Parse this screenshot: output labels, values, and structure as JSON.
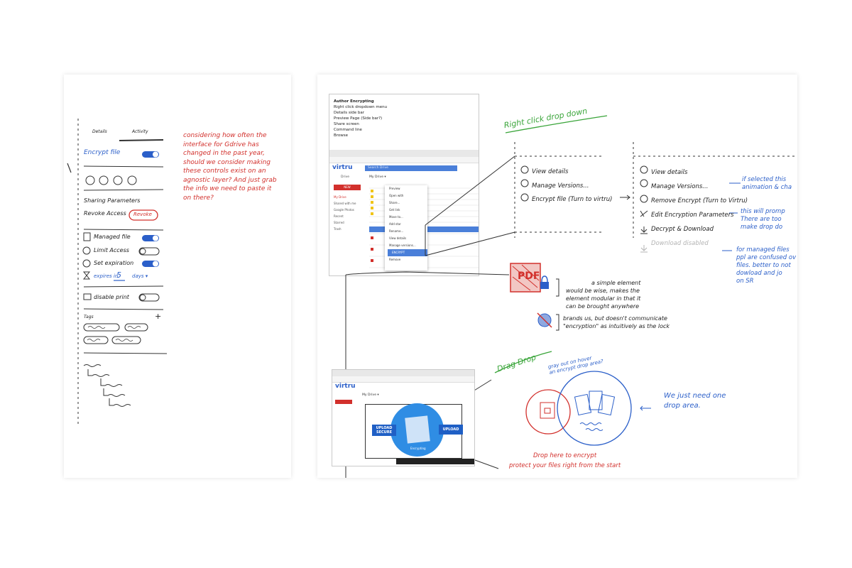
{
  "colors": {
    "red": "#d2302c",
    "blue": "#2b5fc9",
    "green": "#3aa53a",
    "ink": "#222222"
  },
  "left_sheet": {
    "tab_details": "Details",
    "tab_activity": "Activity",
    "encrypt_file": "Encrypt file",
    "sharing_parameters": "Sharing Parameters",
    "revoke_access": "Revoke Access",
    "revoke_button": "Revoke",
    "managed_file": "Managed file",
    "limit_access": "Limit Access",
    "set_expiration": "Set expiration",
    "expires_in": "expires in",
    "expires_value": "5",
    "expires_unit": "days ▾",
    "disable_print": "disable print",
    "tags": "Tags",
    "tags_add": "+",
    "note": [
      "considering how often the",
      "interface for Gdrive has",
      "changed in the past year,",
      "should we consider making",
      "these controls exist on an",
      "agnostic layer? And just grab",
      "the info we need to paste it",
      "on there?"
    ]
  },
  "right_sheet": {
    "screenshot1": {
      "list": [
        "Author Encrypting",
        "Right click dropdown menu",
        "Details side bar",
        "Preview Page (Side bar?)",
        "Share screen",
        "Command line",
        "Browse"
      ],
      "logo": "virtru",
      "drive_label": "Drive",
      "search_placeholder": "Search Drive",
      "my_drive": "My Drive ▾",
      "new_button": "NEW",
      "sidebar": [
        "My Drive",
        "Shared with me",
        "Google Photos",
        "Recent",
        "Starred",
        "Trash"
      ],
      "menu": [
        "Preview",
        "Open with",
        "Share...",
        "Get link",
        "Move to...",
        "Add star",
        "Rename...",
        "View details",
        "Manage versions...",
        "ENCRYPT",
        "Remove"
      ]
    },
    "right_click_title": "Right click drop down",
    "menu_a": [
      "View details",
      "Manage Versions...",
      "Encrypt file (Turn to virtru)"
    ],
    "menu_b": [
      "View details",
      "Manage Versions...",
      "Remove Encrypt (Turn to Virtru)",
      "Edit Encryption Parameters",
      "Decrypt & Download",
      "Download disabled"
    ],
    "notes_right": [
      [
        "if selected this",
        "animation & cha"
      ],
      [
        "this will promp",
        "There are too",
        "make drop do"
      ],
      [
        "for managed files",
        "ppl are confused ov",
        "files. better to not",
        "dowload and jo",
        "on SR"
      ]
    ],
    "pdf_label": "PDF",
    "element_note": [
      "a simple element",
      "would be wise, makes the",
      "element modular in that it",
      "can be brought anywhere"
    ],
    "brand_note": [
      "brands us, but doesn't communicate",
      "\"encryption\" as intuitively as the lock"
    ],
    "drag_drop_title": "Drag Drop",
    "screenshot2": {
      "logo": "virtru",
      "my_drive": "My Drive ▾",
      "upload_secure": "UPLOAD SECURE",
      "upload": "UPLOAD",
      "drop_caption": "Encrypting"
    },
    "gray_out_note": [
      "gray out on hover",
      "an encrypt drop area?"
    ],
    "one_drop_note": [
      "We just need one",
      "drop area."
    ],
    "drop_here_note": [
      "Drop here to encrypt",
      "protect your files right from the start"
    ]
  }
}
